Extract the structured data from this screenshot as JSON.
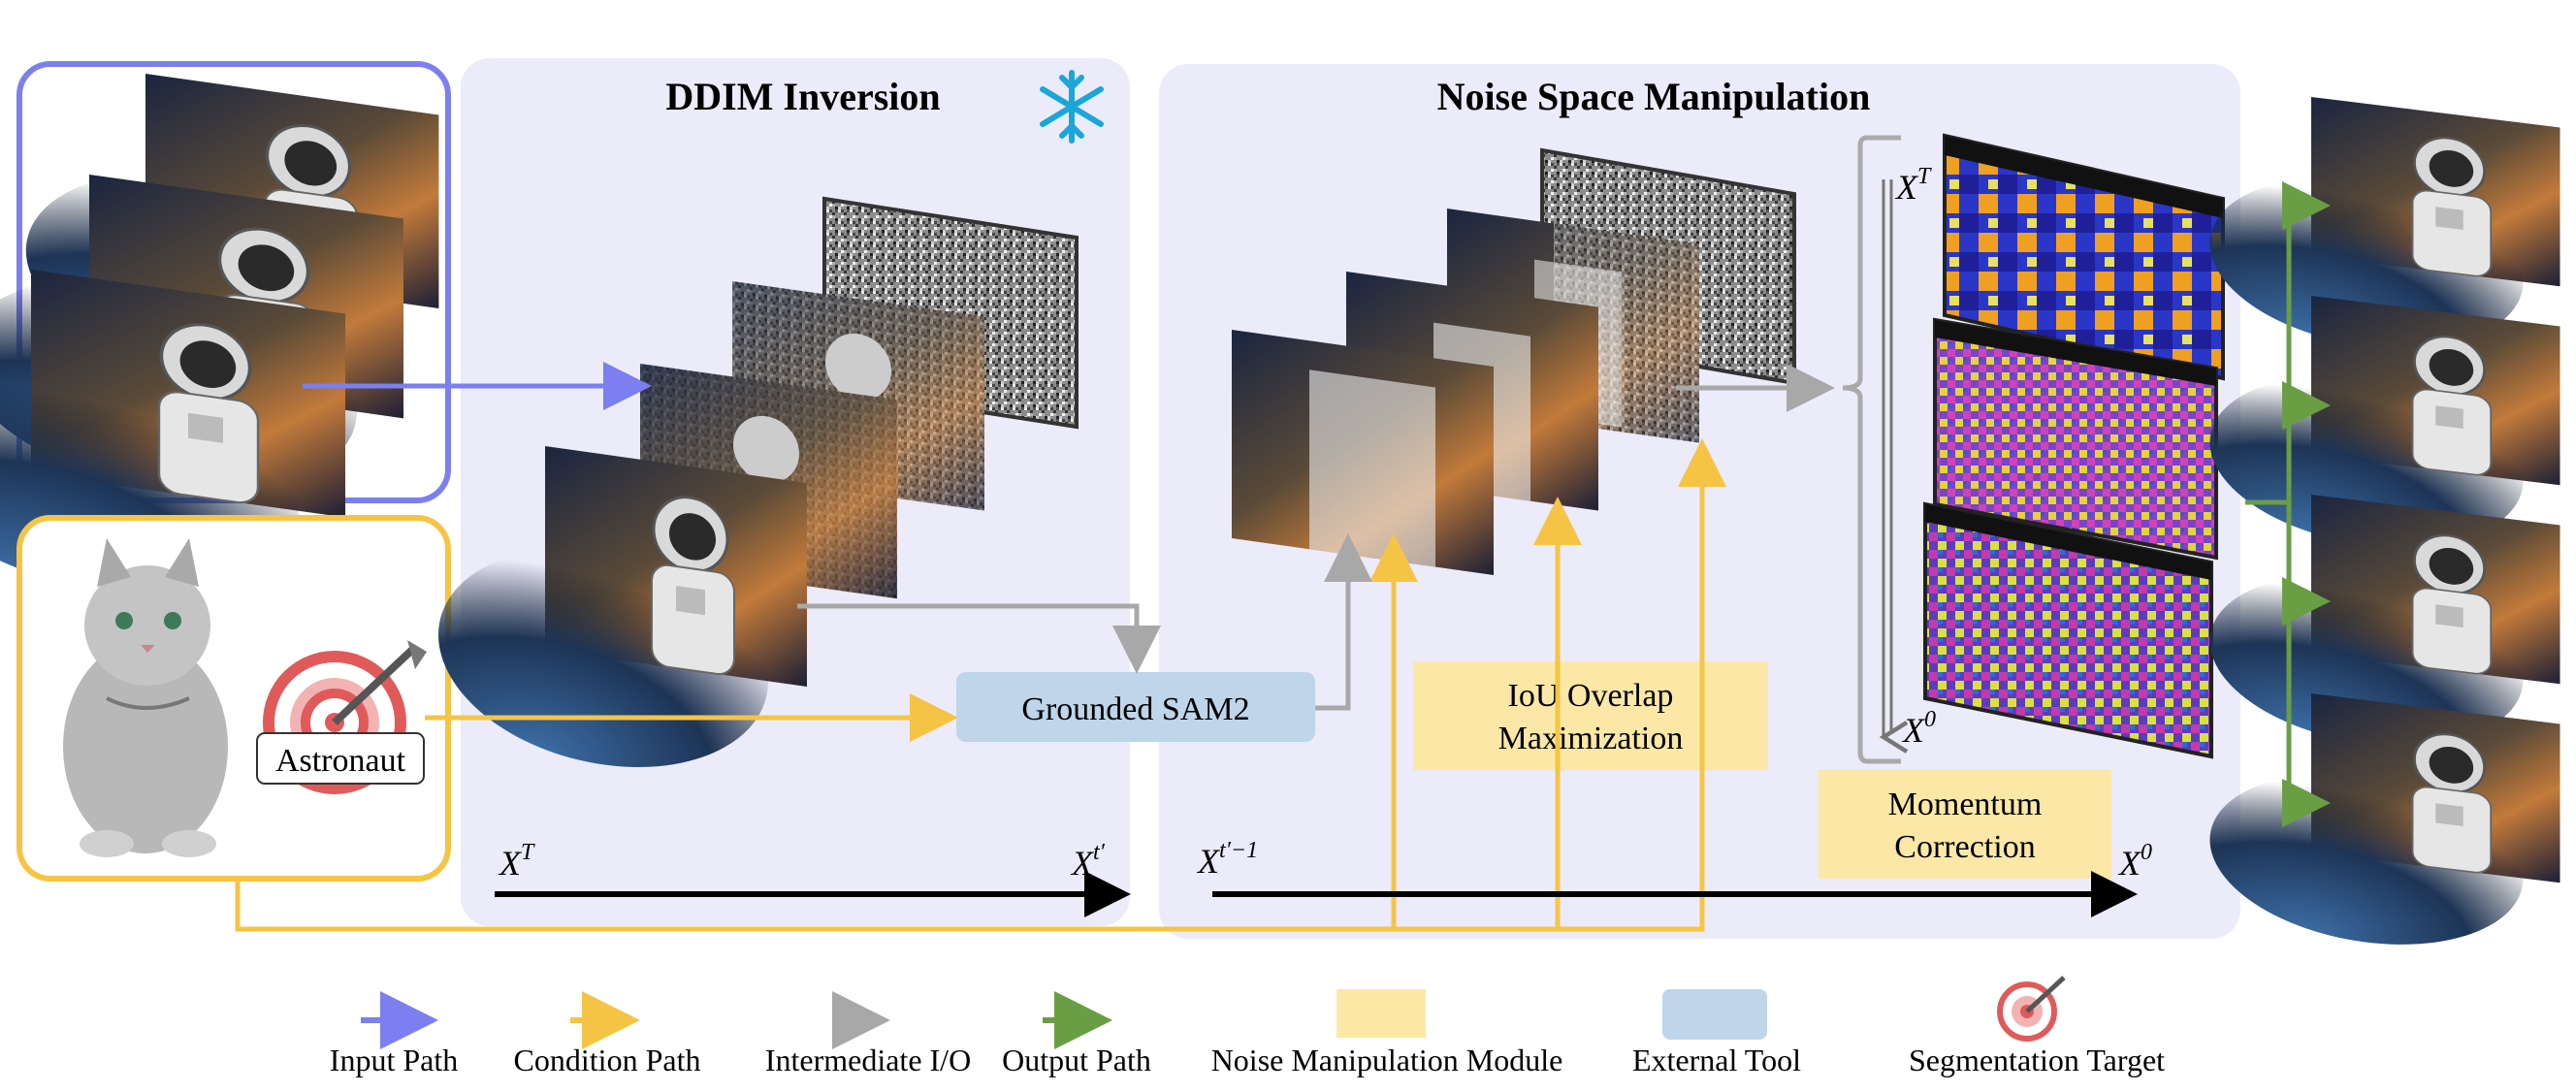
{
  "panels": {
    "ddim_title": "DDIM Inversion",
    "nsm_title": "Noise Space Manipulation"
  },
  "modules": {
    "grounded_sam": "Grounded SAM2",
    "iou_line1": "IoU Overlap",
    "iou_line2": "Maximization",
    "momentum_line1": "Momentum",
    "momentum_line2": "Correction"
  },
  "target_label": "Astronaut",
  "timeline": {
    "ddim_start": "X",
    "ddim_start_sup": "T",
    "ddim_end": "X",
    "ddim_end_sup": "t′",
    "nsm_start": "X",
    "nsm_start_sup": "t′−1",
    "nsm_end": "X",
    "nsm_end_sup": "0",
    "stack_top": "X",
    "stack_top_sup": "T",
    "stack_bottom": "X",
    "stack_bottom_sup": "0"
  },
  "legend": {
    "input_path": "Input Path",
    "condition_path": "Condition Path",
    "intermediate_io": "Intermediate I/O",
    "output_path": "Output Path",
    "noise_module": "Noise Manipulation Module",
    "external_tool": "External Tool",
    "segmentation_target": "Segmentation Target"
  },
  "colors": {
    "input": "#7b7ff0",
    "condition": "#f6c445",
    "intermediate": "#a8a8a8",
    "output": "#6a9e45",
    "panel_bg": "#ebebfa",
    "module_bg": "#fbe8a6",
    "tool_bg": "#bed5ea"
  },
  "icons": [
    "snowflake-icon",
    "target-icon",
    "cat-image",
    "astronaut-image",
    "noise-image",
    "output-image"
  ]
}
